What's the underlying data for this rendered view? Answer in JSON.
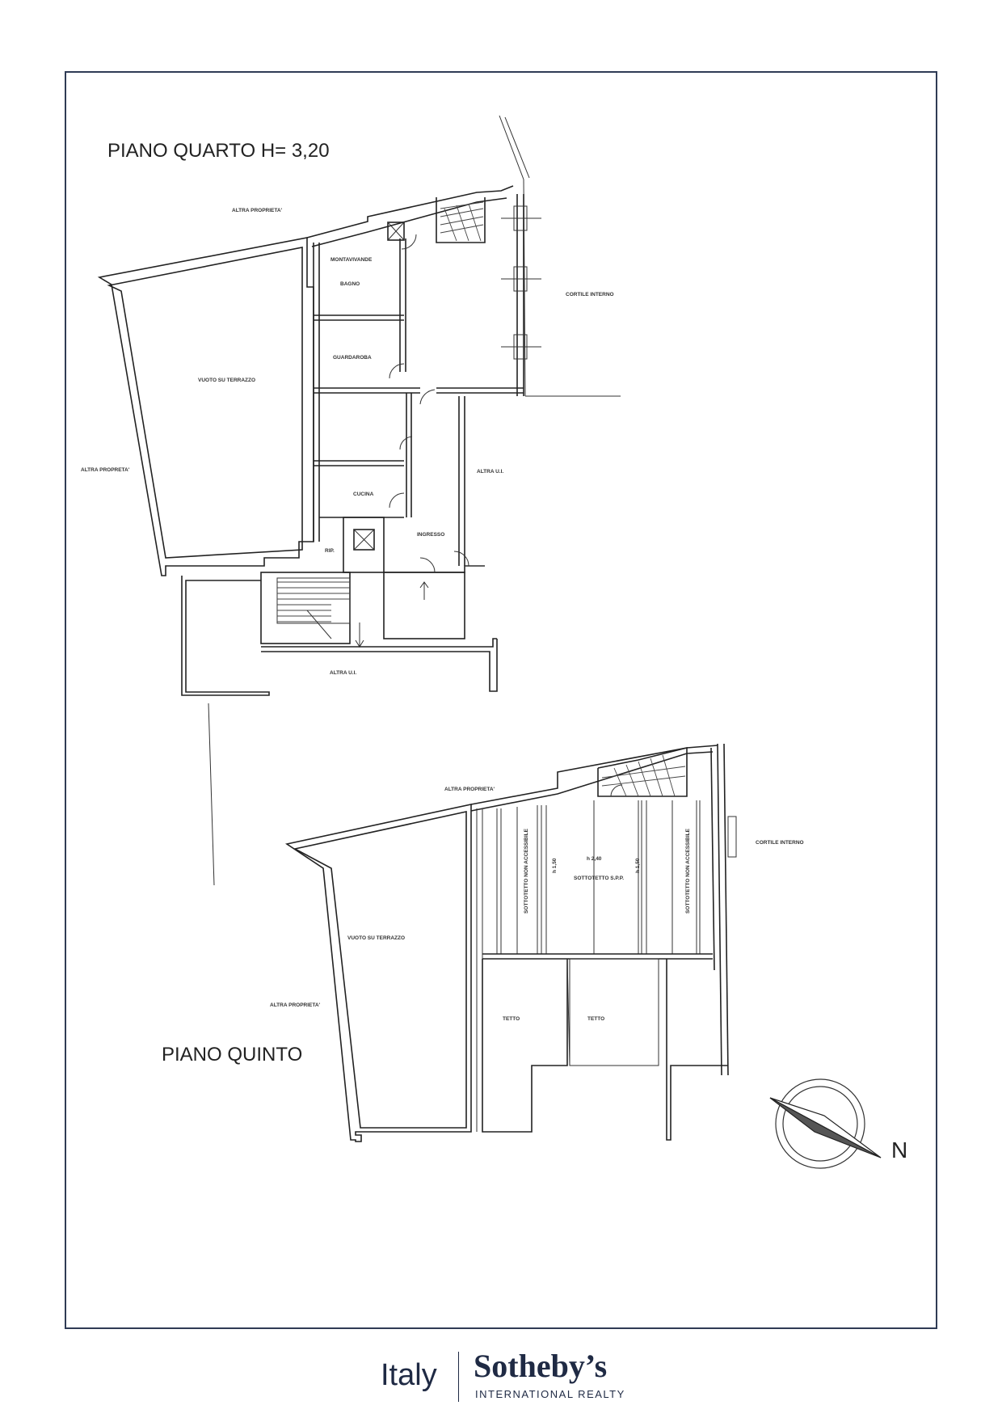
{
  "floor4": {
    "title": "PIANO QUARTO H= 3,20",
    "labels": {
      "altra_proprieta_top": "ALTRA PROPRIETA'",
      "montavivande": "MONTAVIVANDE",
      "bagno": "BAGNO",
      "cortile_interno": "CORTILE INTERNO",
      "guardaroba": "GUARDAROBA",
      "vuoto_su_terrazzo": "VUOTO SU TERRAZZO",
      "altra_proprieta_left": "ALTRA PROPRETA'",
      "altra_ui_right": "ALTRA U.I.",
      "cucina": "CUCINA",
      "ingresso": "INGRESSO",
      "rip": "RIP.",
      "altra_ui_bottom": "ALTRA U.I."
    }
  },
  "floor5": {
    "title": "PIANO QUINTO",
    "labels": {
      "altra_proprieta_top": "ALTRA PROPRIETA'",
      "cortile_interno": "CORTILE INTERNO",
      "vuoto_su_terrazzo": "VUOTO SU TERRAZZO",
      "altra_proprieta_left": "ALTRA PROPRIETA'",
      "sottotetto_non_accessibile_1": "SOTTOTETTO NON ACCESSIBILE",
      "sottotetto_non_accessibile_2": "SOTTOTETTO NON ACCESSIBILE",
      "sottotetto_spp": "SOTTOTETTO S.P.P.",
      "h_label": "h 2,40",
      "h_left": "h 1,50",
      "h_right": "h 1,50",
      "tetto_1": "TETTO",
      "tetto_2": "TETTO"
    }
  },
  "compass": {
    "letter": "N"
  },
  "brand": {
    "region": "Italy",
    "name": "Sotheby’s",
    "sub": "INTERNATIONAL REALTY"
  }
}
